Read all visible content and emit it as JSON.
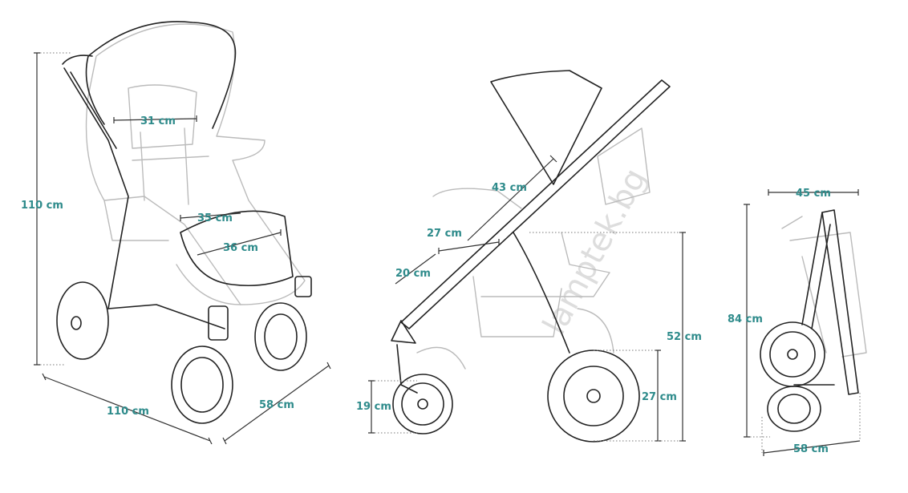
{
  "watermark": "lamptek.bg",
  "accent_color": "#2e8b8b",
  "front_view": {
    "height": "110 cm",
    "backrest_width": "31 cm",
    "seat_width": "35 cm",
    "seat_depth": "36 cm",
    "length": "110 cm",
    "width": "58 cm"
  },
  "side_view": {
    "backrest_height": "43 cm",
    "seat_depth": "27 cm",
    "footrest": "20 cm",
    "front_wheel": "19 cm",
    "seat_height": "52 cm",
    "rear_wheel": "27 cm"
  },
  "folded_view": {
    "depth": "45 cm",
    "height": "84 cm",
    "width": "58 cm"
  }
}
